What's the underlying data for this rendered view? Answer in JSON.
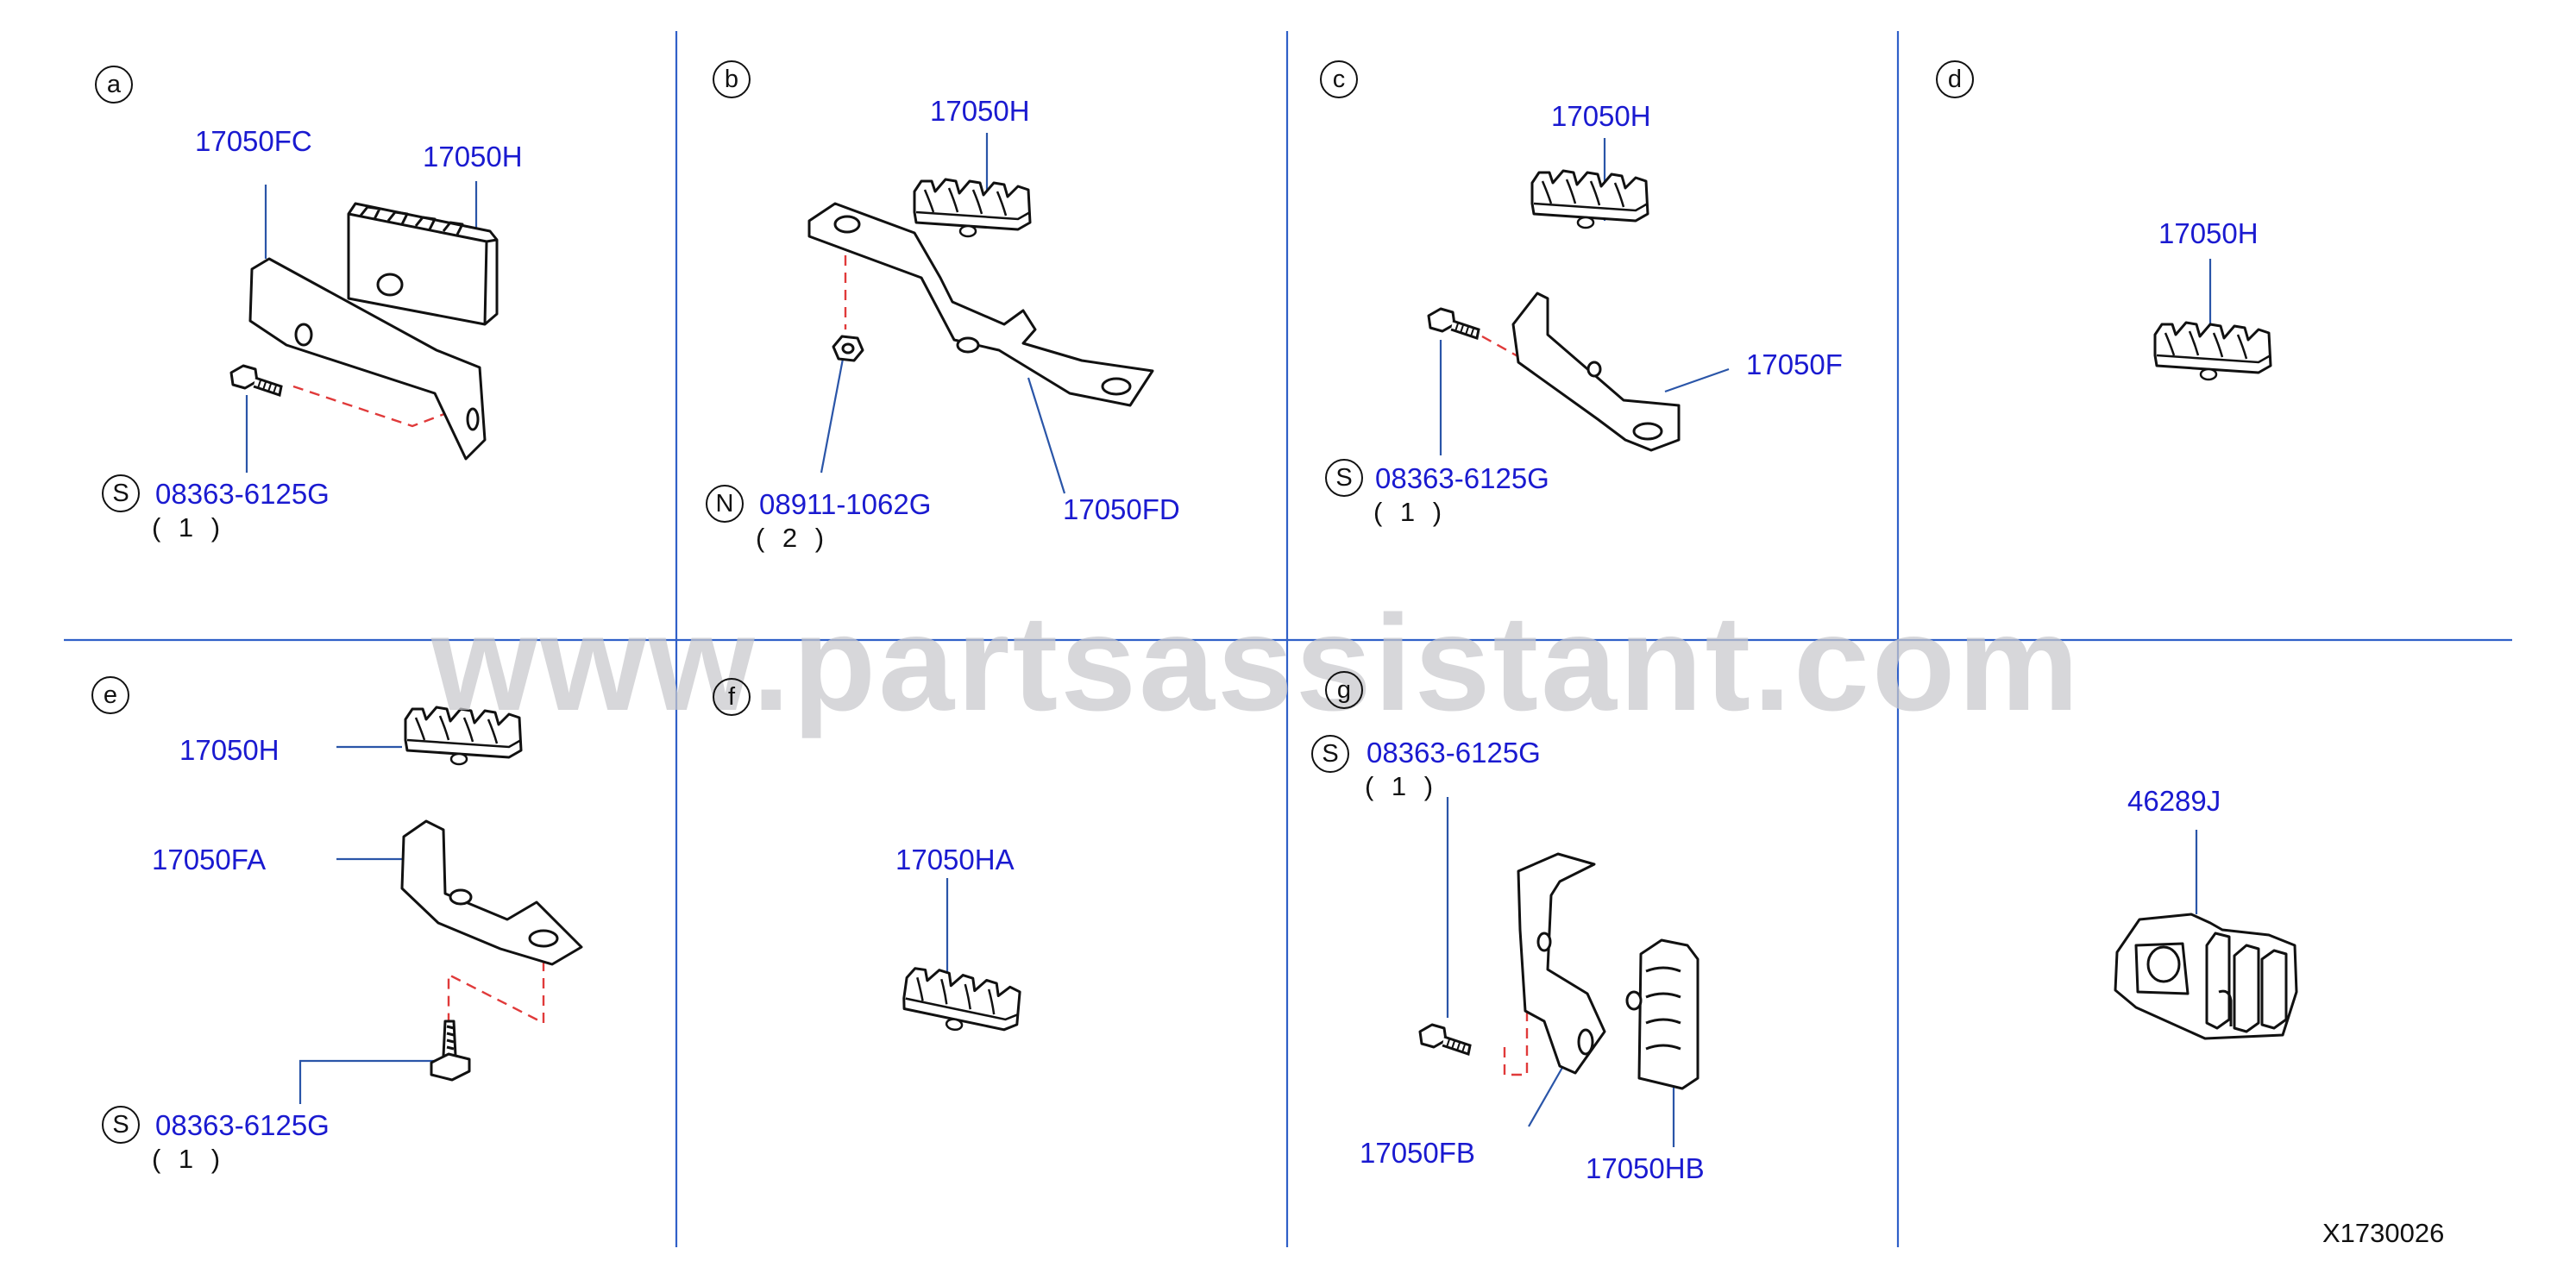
{
  "colors": {
    "grid": "#3060c8",
    "label": "#1a1ad0",
    "leader": "#2a55a8",
    "dash": "#e03a3a",
    "ink": "#111111"
  },
  "watermark": "www.partsassistant.com",
  "reference_code": "X1730026",
  "panels": {
    "a": {
      "id": "a",
      "bracket": "17050FC",
      "clip": "17050H",
      "bolt_symbol": "S",
      "bolt": "08363-6125G",
      "bolt_qty": "( 1 )"
    },
    "b": {
      "id": "b",
      "clip": "17050H",
      "nut_symbol": "N",
      "nut": "08911-1062G",
      "nut_qty": "( 2 )",
      "bracket": "17050FD"
    },
    "c": {
      "id": "c",
      "clip": "17050H",
      "bracket": "17050F",
      "bolt_symbol": "S",
      "bolt": "08363-6125G",
      "bolt_qty": "( 1 )"
    },
    "d": {
      "id": "d",
      "clip": "17050H"
    },
    "e": {
      "id": "e",
      "clip": "17050H",
      "bracket": "17050FA",
      "bolt_symbol": "S",
      "bolt": "08363-6125G",
      "bolt_qty": "( 1 )"
    },
    "f": {
      "id": "f",
      "clip": "17050HA"
    },
    "g": {
      "id": "g",
      "bolt_symbol": "S",
      "bolt": "08363-6125G",
      "bolt_qty": "( 1 )",
      "bracket": "17050FB",
      "clip": "17050HB"
    },
    "h": {
      "clip": "46289J"
    }
  }
}
